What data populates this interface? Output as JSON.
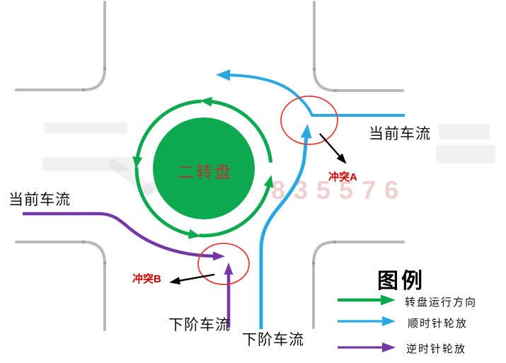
{
  "diagram": {
    "island_label": "二转盘",
    "labels": {
      "current_flow_right": "当前车流",
      "current_flow_left": "当前车流",
      "next_flow_bottom_left": "下阶车流",
      "next_flow_bottom_right": "下阶车流",
      "conflict_a": "冲突A",
      "conflict_b": "冲突B"
    },
    "watermark": "835576"
  },
  "legend": {
    "title": "图例",
    "items": [
      {
        "label": "转盘运行方向",
        "color": "#0da950"
      },
      {
        "label": "顺时针轮放",
        "color": "#29a9e0"
      },
      {
        "label": "逆时针轮放",
        "color": "#7638a6"
      }
    ]
  },
  "colors": {
    "roundabout_green": "#0da950",
    "clockwise_blue": "#29a9e0",
    "counterclockwise_purple": "#7638a6",
    "conflict_text_red": "#cc0000",
    "conflict_ellipse_red": "#e23b3b",
    "island_label_red": "#b0392e",
    "road_gray": "#b9b9b9"
  }
}
